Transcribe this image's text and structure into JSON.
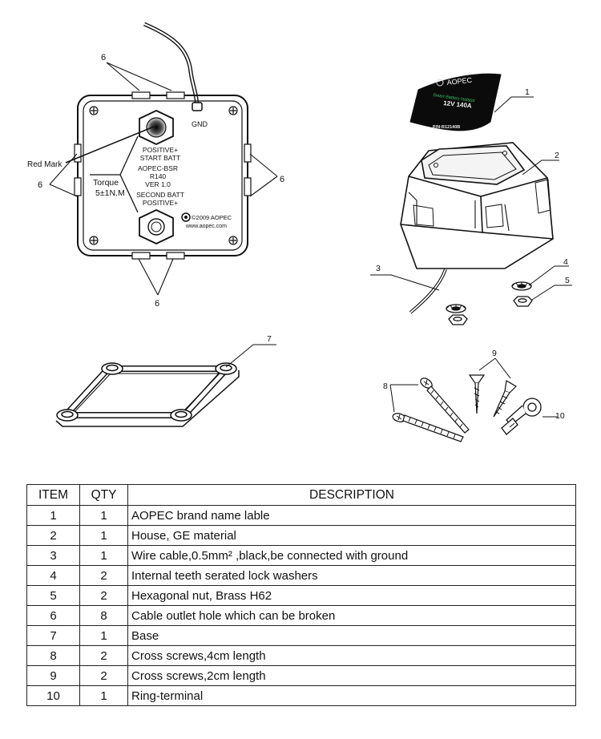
{
  "callouts": {
    "top_six": "6",
    "left_six": "6",
    "right_six": "6",
    "bottom_six": "6",
    "item1": "1",
    "item2": "2",
    "item3": "3",
    "item4": "4",
    "item5": "5",
    "item7": "7",
    "item8": "8",
    "item9": "9",
    "item10": "10"
  },
  "panel": {
    "gnd": "GND",
    "red_mark": "Red Mark",
    "pos_start_1": "POSITIVE+",
    "pos_start_2": "START BATT",
    "model_1": "AOPEC-BSR",
    "model_2": "R140",
    "model_3": "VER 1.0",
    "second_1": "SECOND BATT",
    "second_2": "POSITIVE+",
    "torque_1": "Torque",
    "torque_2": "5±1N.M",
    "copyright": "©2009  AOPEC",
    "url": "www.aopec.com"
  },
  "label_sticker": {
    "brand": "AOPEC",
    "subtitle": "Smart Battery Isolator",
    "rating": "12V   140A",
    "part_no": "P/N:R12140B"
  },
  "table": {
    "headers": [
      "ITEM",
      "QTY",
      "DESCRIPTION"
    ],
    "rows": [
      {
        "item": "1",
        "qty": "1",
        "desc": "AOPEC brand name lable"
      },
      {
        "item": "2",
        "qty": "1",
        "desc": "House, GE material"
      },
      {
        "item": "3",
        "qty": "1",
        "desc": "Wire cable,0.5mm² ,black,be connected with ground"
      },
      {
        "item": "4",
        "qty": "2",
        "desc": "Internal teeth serated lock washers"
      },
      {
        "item": "5",
        "qty": "2",
        "desc": "Hexagonal nut, Brass H62"
      },
      {
        "item": "6",
        "qty": "8",
        "desc": "Cable outlet hole which can be broken"
      },
      {
        "item": "7",
        "qty": "1",
        "desc": "Base"
      },
      {
        "item": "8",
        "qty": "2",
        "desc": "Cross screws,4cm length"
      },
      {
        "item": "9",
        "qty": "2",
        "desc": "Cross screws,2cm length"
      },
      {
        "item": "10",
        "qty": "1",
        "desc": "Ring-terminal"
      }
    ]
  }
}
